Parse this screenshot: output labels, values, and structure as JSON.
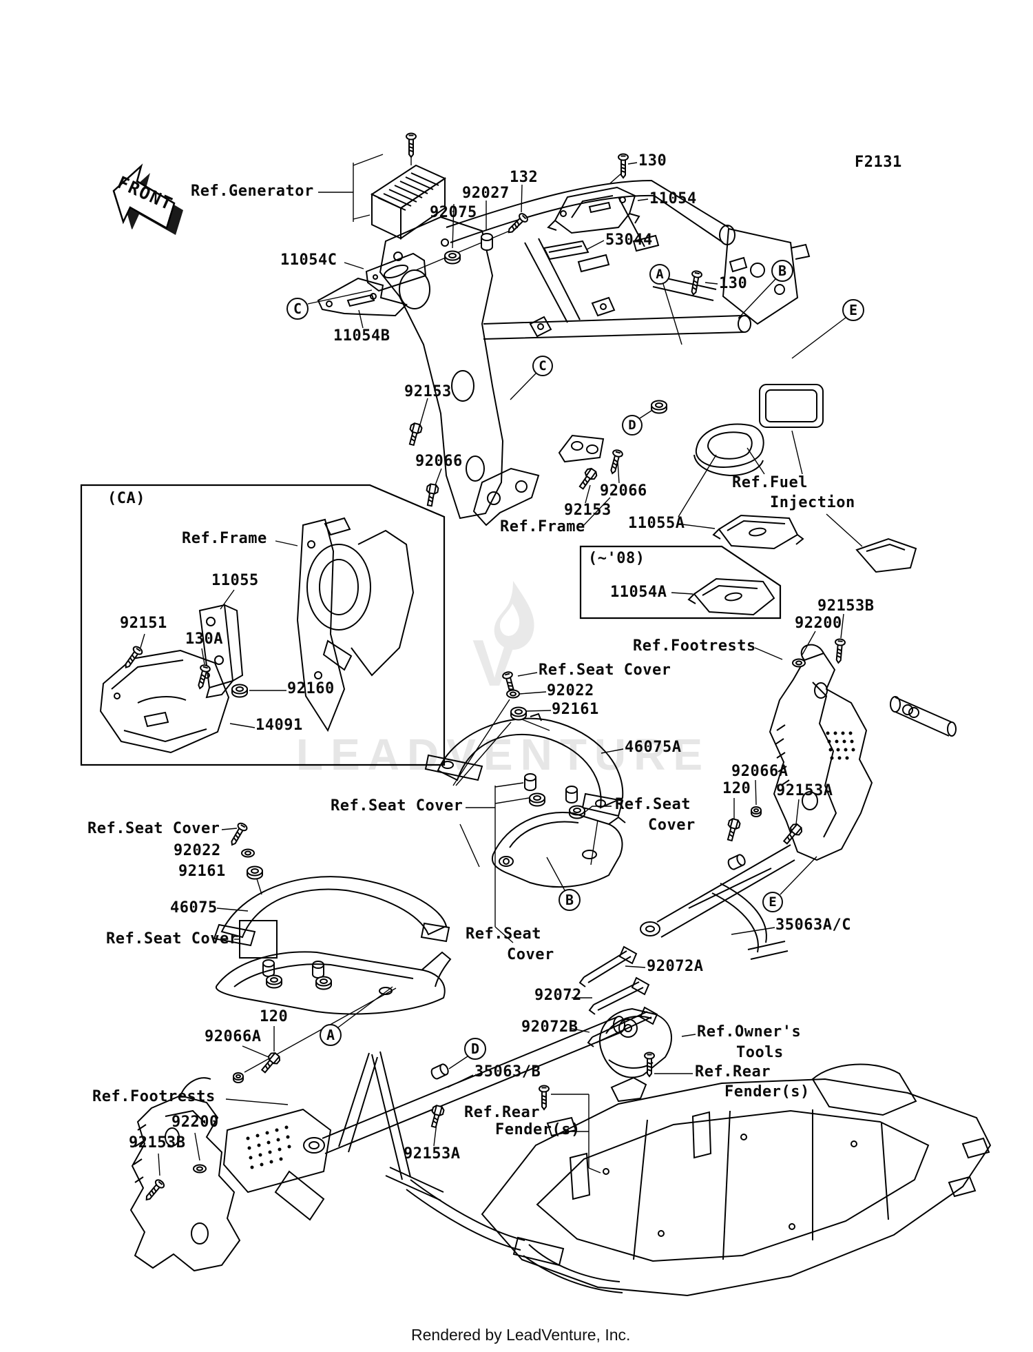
{
  "figure_code": "F2131",
  "front_label": "FRONT",
  "footer": "Rendered by LeadVenture, Inc.",
  "watermark": {
    "text": "LEADVENTURE",
    "initial": "V"
  },
  "boxes": {
    "ca": "(CA)",
    "pre08": "(~'08)"
  },
  "markers": {
    "a": "A",
    "b": "B",
    "c": "C",
    "d": "D",
    "e": "E"
  },
  "refs": {
    "generator": "Ref.Generator",
    "frame": "Ref.Frame",
    "fuel1": "Ref.Fuel",
    "fuel2": "Injection",
    "footrests": "Ref.Footrests",
    "seat_cover": "Ref.Seat Cover",
    "seat": "Ref.Seat",
    "cover": "Cover",
    "owners1": "Ref.Owner's",
    "owners2": "Tools",
    "rear1": "Ref.Rear",
    "rear2": "Fender(s)"
  },
  "parts": {
    "n130": "130",
    "n132": "132",
    "n130A": "130A",
    "n120": "120",
    "n92027": "92027",
    "n92075": "92075",
    "n92066": "92066",
    "n92066A": "92066A",
    "n92153": "92153",
    "n92153A": "92153A",
    "n92153B": "92153B",
    "n92151": "92151",
    "n92160": "92160",
    "n92161": "92161",
    "n92200": "92200",
    "n92022": "92022",
    "n11054": "11054",
    "n11054A": "11054A",
    "n11054B": "11054B",
    "n11054C": "11054C",
    "n11055": "11055",
    "n11055A": "11055A",
    "n53044": "53044",
    "n14091": "14091",
    "n46075": "46075",
    "n46075A": "46075A",
    "n35063AC": "35063A/C",
    "n35063B": "35063/B",
    "n92072": "92072",
    "n92072A": "92072A",
    "n92072B": "92072B"
  }
}
